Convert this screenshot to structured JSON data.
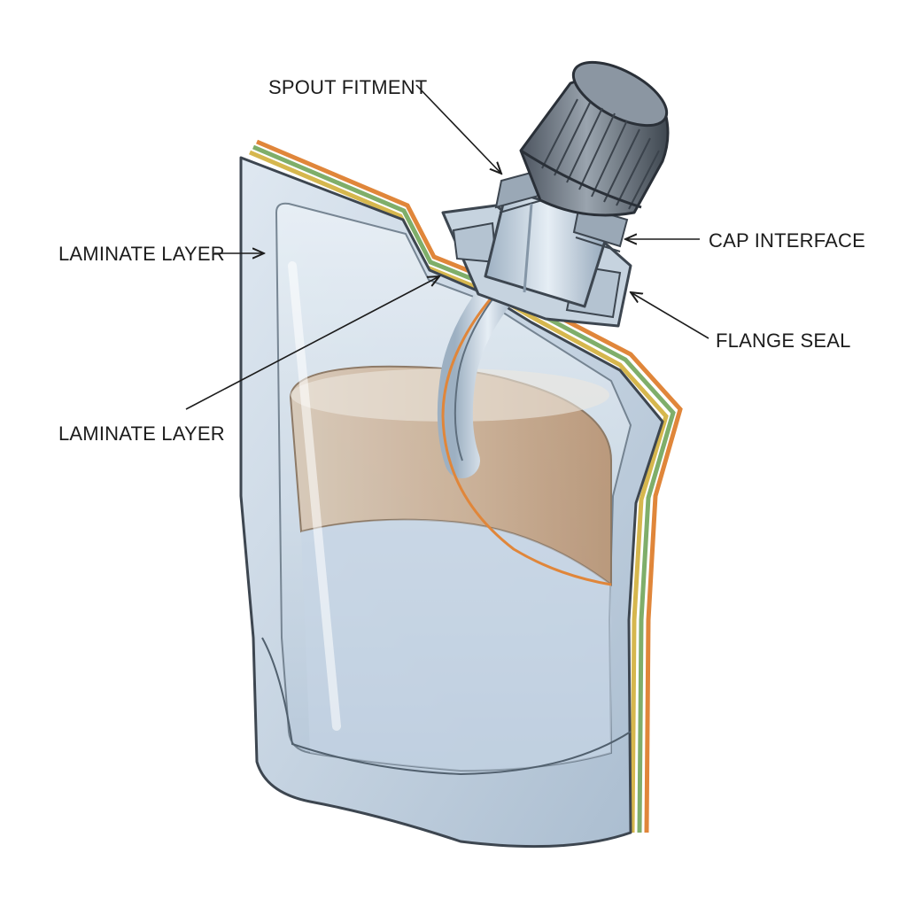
{
  "diagram": {
    "callouts": {
      "spout_fitment": "SPOUT FITMENT",
      "laminate_layer_upper": "LAMINATE LAYER",
      "laminate_layer_lower": "LAMINATE LAYER",
      "cap_interface": "CAP INTERFACE",
      "flange_seal": "FLANGE SEAL"
    },
    "laminate_colors": [
      "#e0863a",
      "#7fae6a",
      "#d6b74e",
      "#8fb0c8"
    ],
    "colors": {
      "pouch_film": "#d7e3ee",
      "pouch_outline": "#3d4650",
      "liquid": "#c8b29a",
      "cap": "#6f7984",
      "spout": "#b9c7d4"
    }
  }
}
